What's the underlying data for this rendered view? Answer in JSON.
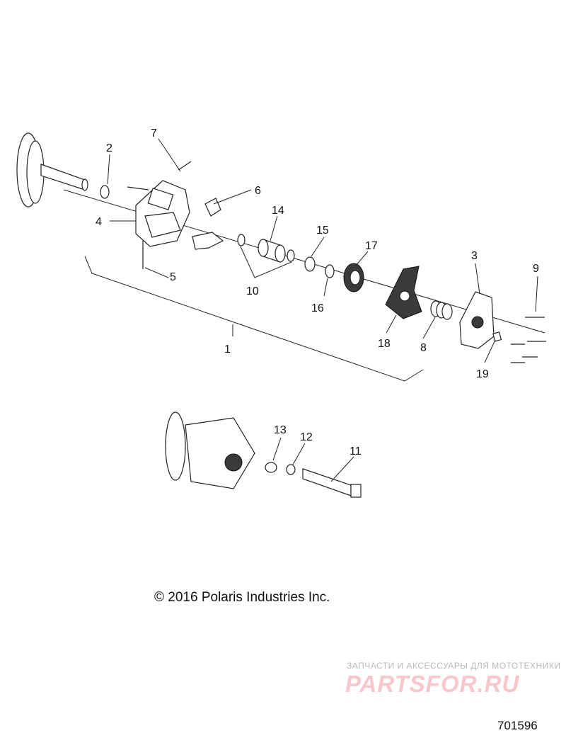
{
  "callouts": {
    "n1": "1",
    "n2": "2",
    "n3": "3",
    "n4": "4",
    "n5": "5",
    "n6": "6",
    "n7": "7",
    "n8": "8",
    "n9": "9",
    "n10": "10",
    "n11": "11",
    "n12": "12",
    "n13": "13",
    "n14": "14",
    "n15": "15",
    "n16": "16",
    "n17": "17",
    "n18": "18",
    "n19": "19"
  },
  "copyright": "© 2016 Polaris Industries Inc.",
  "watermark": {
    "tagline": "ЗАПЧАСТИ И АКСЕССУАРЫ ДЛЯ МОТОТЕХНИКИ",
    "logo": "PARTSFOR.RU"
  },
  "figure_number": "701596"
}
